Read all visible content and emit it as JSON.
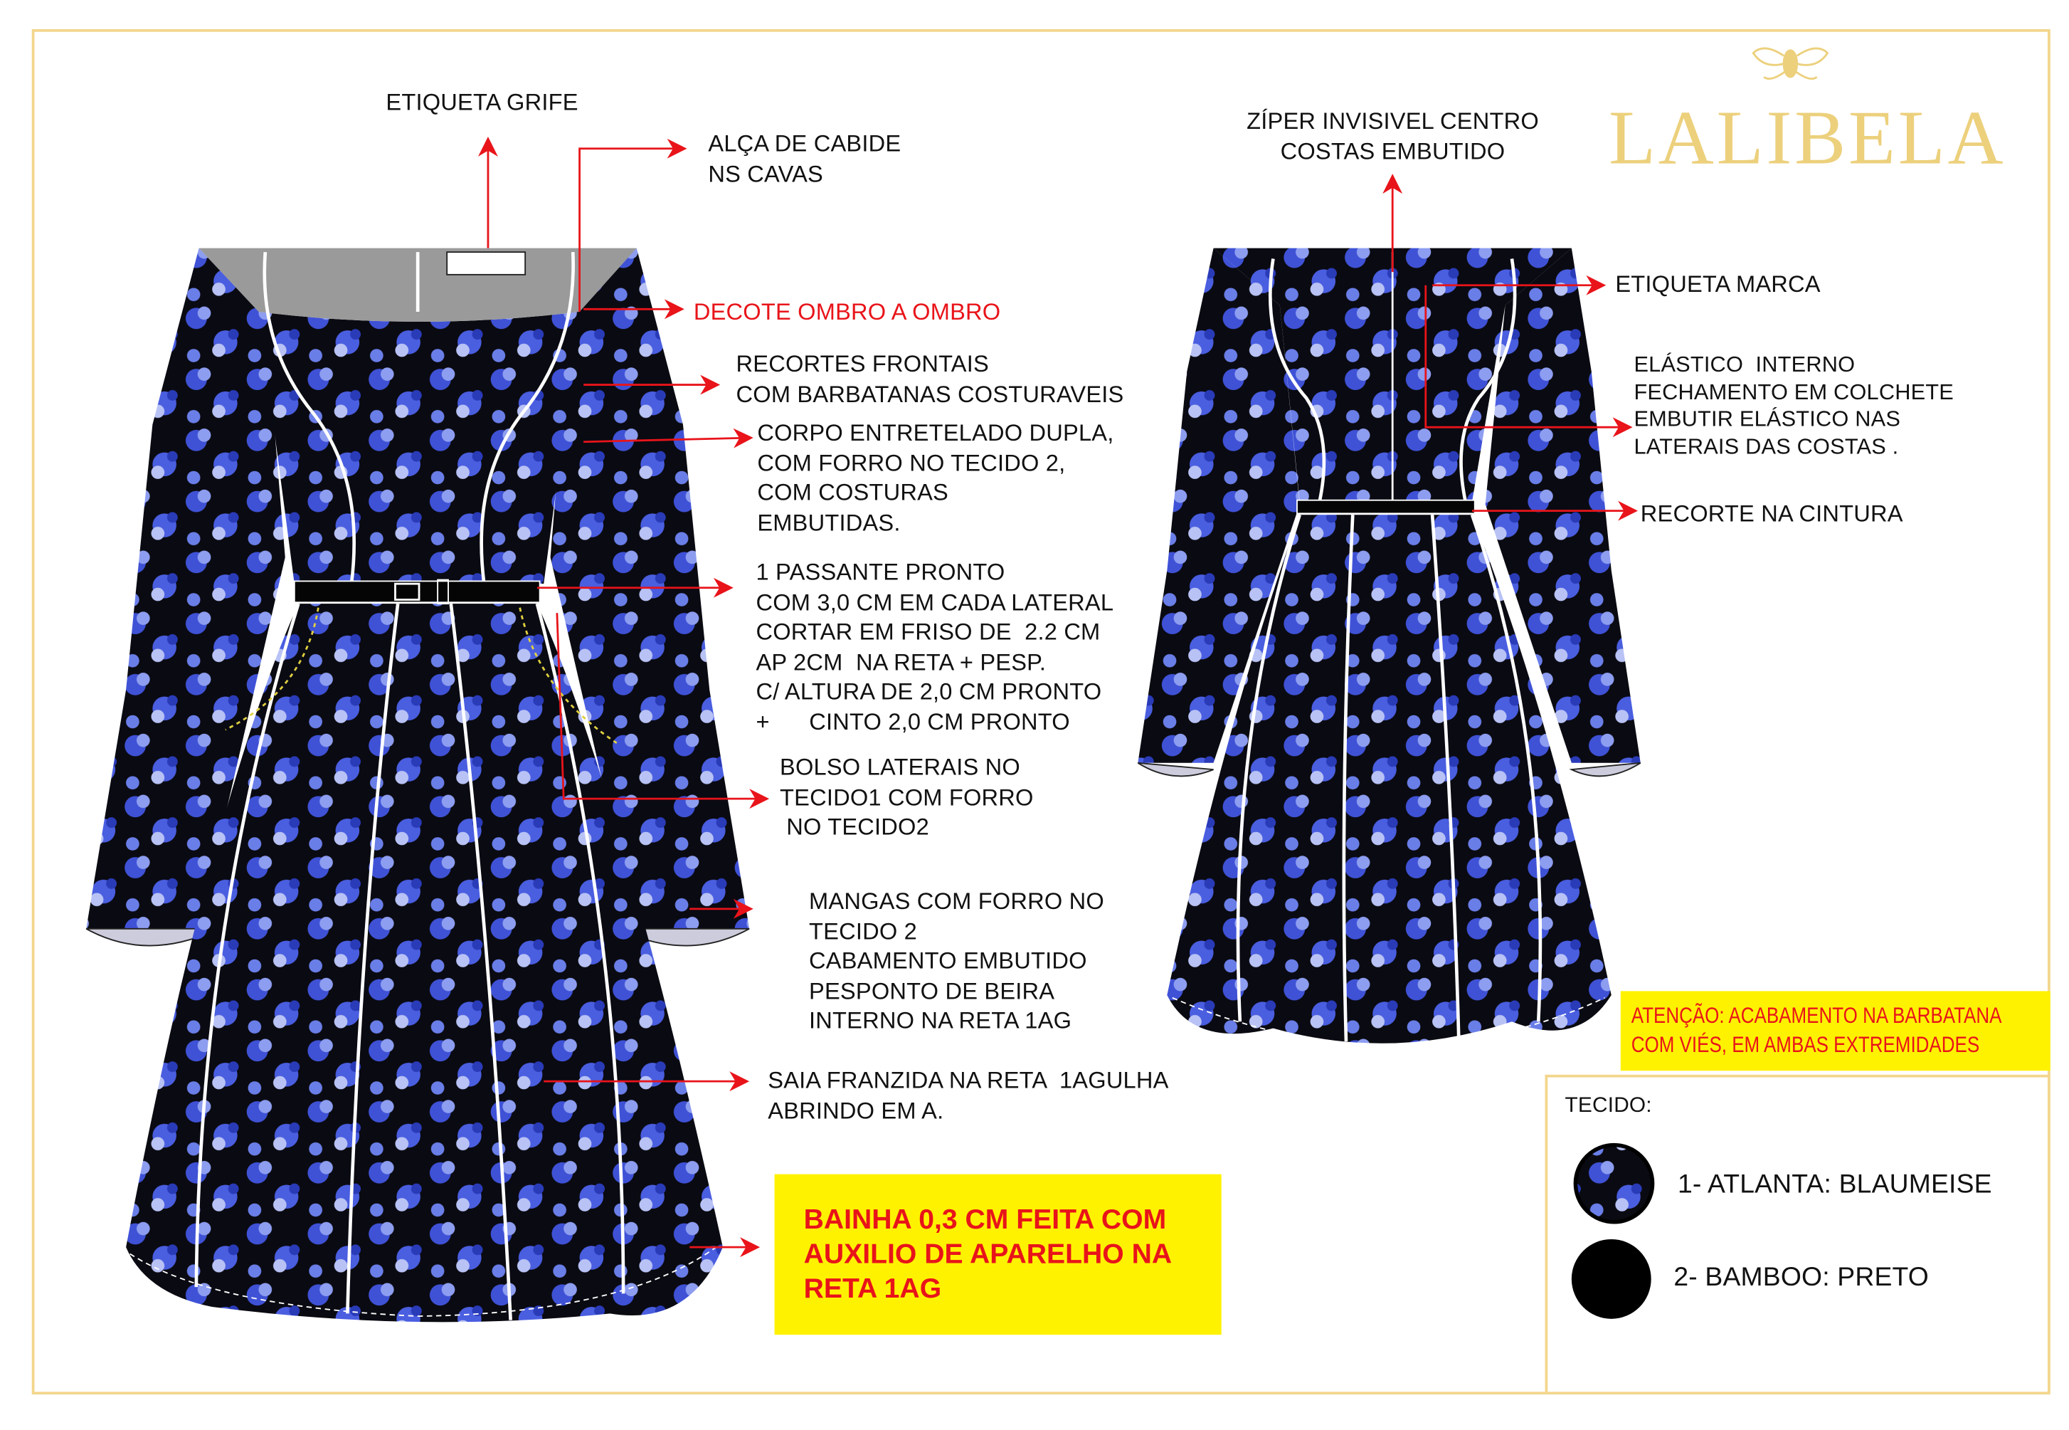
{
  "brand": {
    "name": "LALIBELA",
    "logo_icon": "bee-icon",
    "accent": "#ecd07c"
  },
  "colors": {
    "arrow": "#e8141a",
    "highlight": "#fff200",
    "frame": "#f3d68c",
    "fabric_dark": "#0a0a12",
    "fabric_flower": "#4a5ee0"
  },
  "front_annotations": {
    "etiqueta_grife": "ETIQUETA GRIFE",
    "alca_cabide": "ALÇA DE CABIDE\nNS CAVAS",
    "decote": "DECOTE OMBRO A OMBRO",
    "recortes": "RECORTES FRONTAIS\nCOM BARBATANAS COSTURAVEIS",
    "corpo": "CORPO ENTRETELADO DUPLA,\nCOM FORRO NO TECIDO 2,\nCOM COSTURAS\nEMBUTIDAS.",
    "passante": "1 PASSANTE PRONTO\nCOM 3,0 CM EM CADA LATERAL\nCORTAR EM FRISO DE  2.2 CM\nAP 2CM  NA RETA + PESP.\nC/ ALTURA DE 2,0 CM PRONTO\n+      CINTO 2,0 CM PRONTO",
    "bolso": "BOLSO LATERAIS NO\nTECIDO1 COM FORRO\n NO TECIDO2",
    "mangas": "MANGAS COM FORRO NO\nTECIDO 2\nCABAMENTO EMBUTIDO\nPESPONTO DE BEIRA\nINTERNO NA RETA 1AG",
    "saia": "SAIA FRANZIDA NA RETA  1AGULHA\nABRINDO EM A.",
    "bainha": "BAINHA 0,3 CM FEITA COM\nAUXILIO DE APARELHO NA\nRETA 1AG"
  },
  "back_annotations": {
    "ziper": "ZÍPER INVISIVEL CENTRO\nCOSTAS EMBUTIDO",
    "etiqueta_marca": "ETIQUETA MARCA",
    "elastico": "ELÁSTICO  INTERNO\nFECHAMENTO EM COLCHETE\nEMBUTIR ELÁSTICO NAS\nLATERAIS DAS COSTAS .",
    "recorte_cintura": "RECORTE NA CINTURA",
    "atencao": "ATENÇÃO: ACABAMENTO NA BARBATANA\nCOM VIÉS, EM AMBAS EXTREMIDADES"
  },
  "fabric": {
    "title": "TECIDO:",
    "items": [
      {
        "label": "1- ATLANTA: BLAUMEISE",
        "swatch": "floral-swatch-icon"
      },
      {
        "label": "2- BAMBOO: PRETO",
        "swatch": "black-swatch-icon"
      }
    ]
  }
}
